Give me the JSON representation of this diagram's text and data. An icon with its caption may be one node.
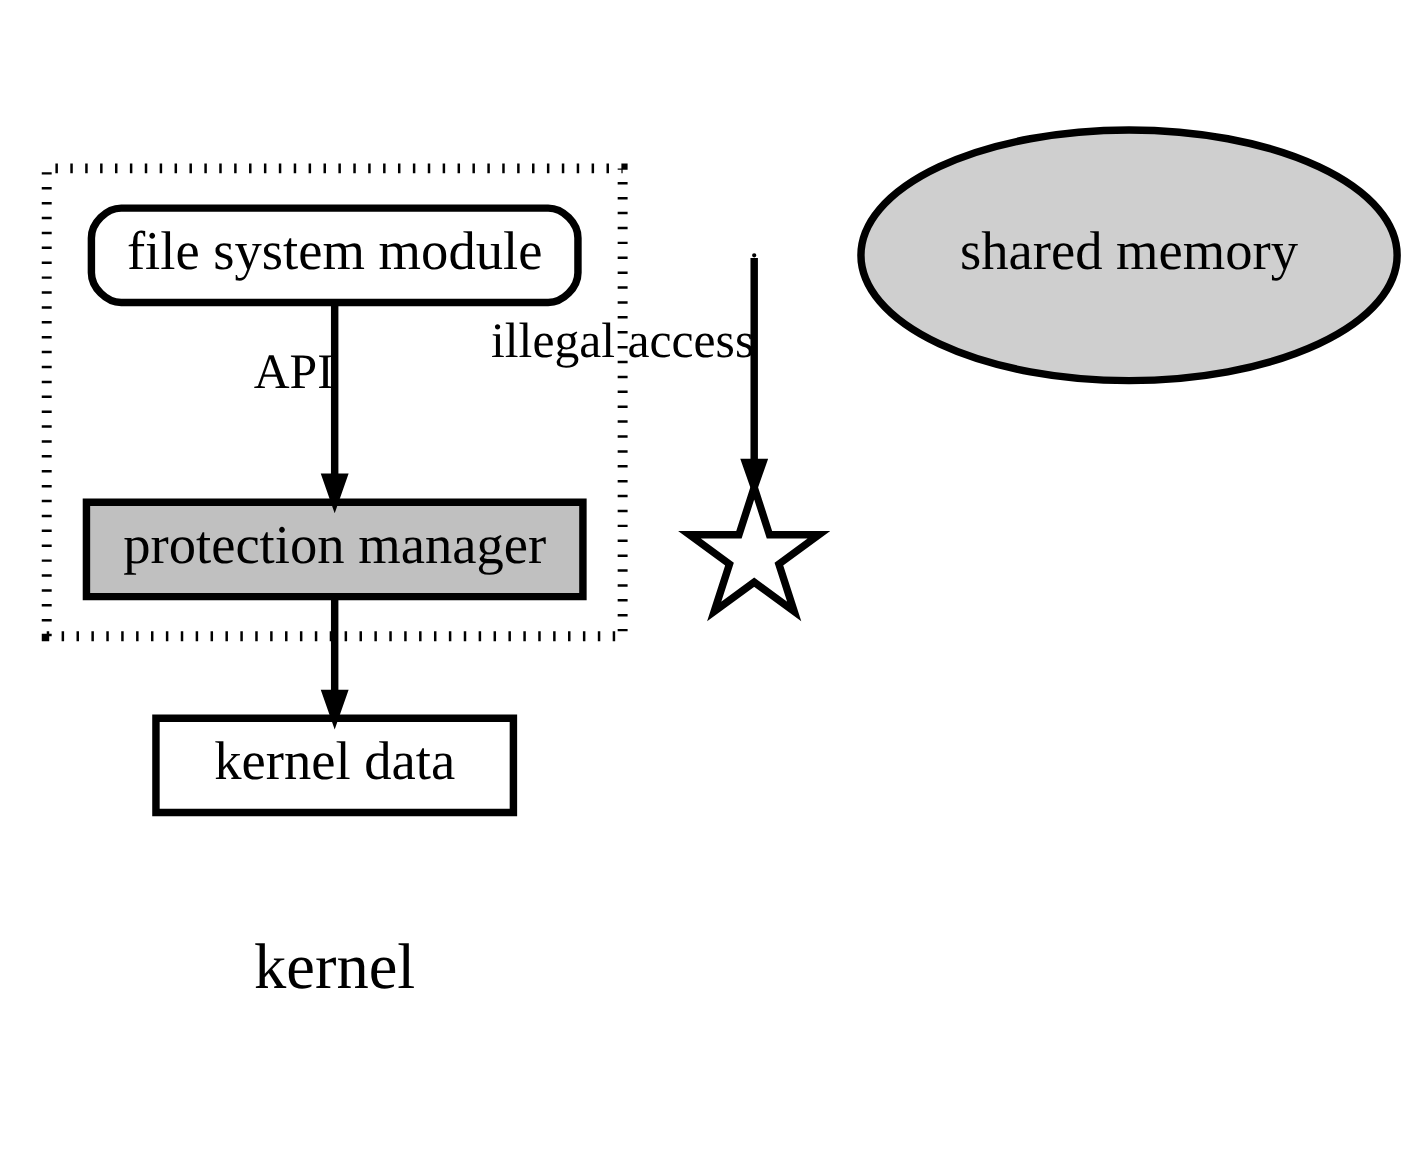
{
  "diagram": {
    "nodes": [
      {
        "text": [],
        "shape": "box"
      },
      {
        "text": [
          "file system module"
        ],
        "in": 0
      },
      {
        "text": [
          "protection manager"
        ],
        "in": 0
      },
      {
        "text": [],
        "shape": "star"
      },
      {
        "text": [
          "shared memory"
        ]
      },
      {
        "text": [
          "kernel data"
        ]
      }
    ],
    "edges": [
      {
        "from": 1,
        "to": 2,
        "arrow": "to",
        "label": "API"
      },
      {
        "from": null,
        "to": 3,
        "arrow": "to",
        "label": "illegal access"
      },
      {
        "from": 2,
        "to": 5,
        "arrow": "to"
      }
    ],
    "labels": [
      "kernel"
    ]
  }
}
